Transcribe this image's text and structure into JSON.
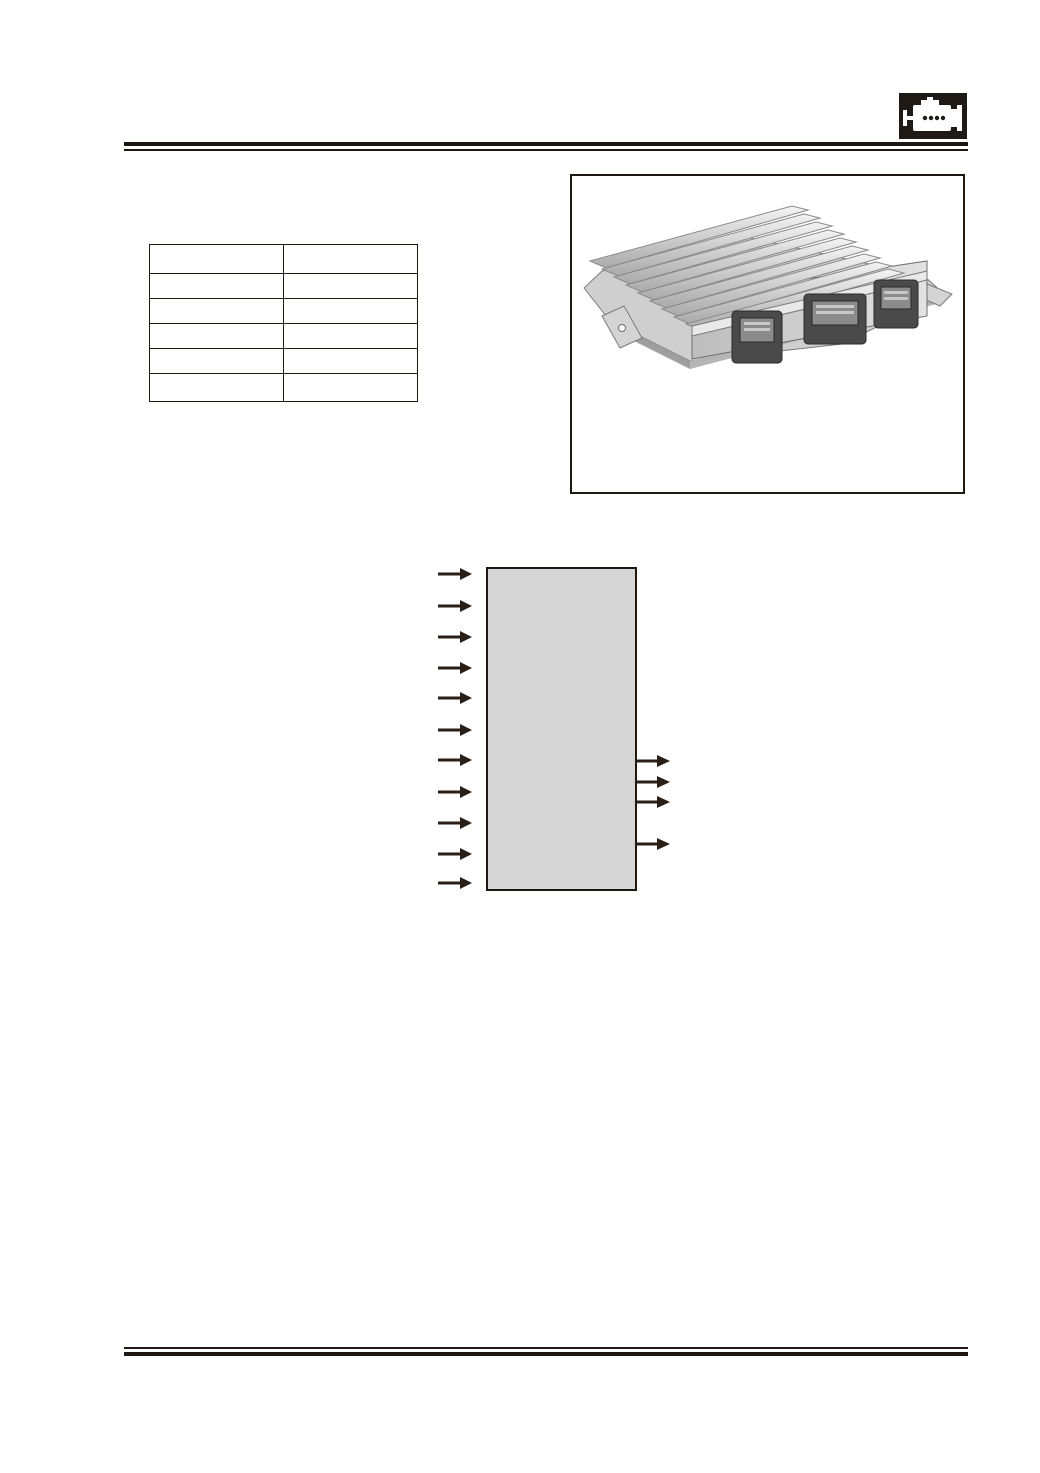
{
  "header": {
    "section_icon": "engine-icon",
    "colors": {
      "ink": "#1e1812",
      "block_fill": "#d6d6d6"
    }
  },
  "spec_table": {
    "rows": 6,
    "columns": 2,
    "cells": [
      [
        "",
        ""
      ],
      [
        "",
        ""
      ],
      [
        "",
        ""
      ],
      [
        "",
        ""
      ],
      [
        "",
        ""
      ],
      [
        "",
        ""
      ]
    ]
  },
  "figure": {
    "image": "engine-control-module-illustration"
  },
  "block_diagram": {
    "input_count": 11,
    "output_count": 4
  }
}
